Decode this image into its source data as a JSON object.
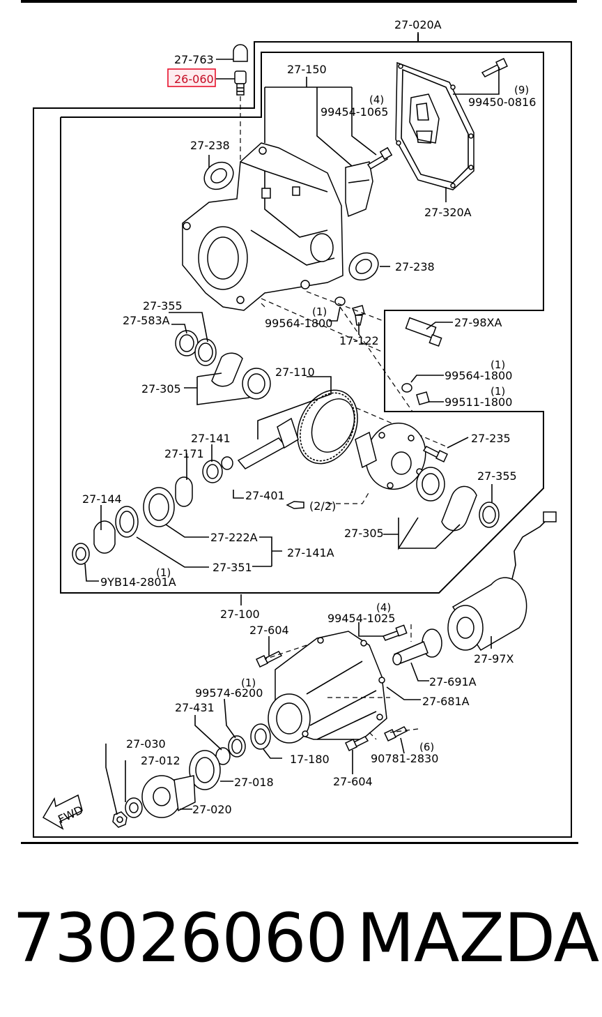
{
  "labels": {
    "a27_020a": "27-020A",
    "a27_763": "27-763",
    "a26_060": "26-060",
    "a27_150": "27-150",
    "q4a": "(4)",
    "a99454_1065": "99454-1065",
    "q9": "(9)",
    "a99450_0816": "99450-0816",
    "a27_238_top": "27-238",
    "a27_320a": "27-320A",
    "a27_238_right": "27-238",
    "a27_355_top": "27-355",
    "a27_583a": "27-583A",
    "q1a": "(1)",
    "a99564_1800a": "99564-1800",
    "a17_122": "17-122",
    "a27_98xa": "27-98XA",
    "a27_305_left": "27-305",
    "a27_110": "27-110",
    "q1b": "(1)",
    "a99564_1800b": "99564-1800",
    "q1c": "(1)",
    "a99511_1800": "99511-1800",
    "a27_141": "27-141",
    "a27_235": "27-235",
    "a27_171": "27-171",
    "a27_401": "27-401",
    "a27_355_right": "27-355",
    "page_ref": "(2/2)",
    "a27_144": "27-144",
    "a27_305_right": "27-305",
    "a27_222a": "27-222A",
    "a27_141a": "27-141A",
    "a27_351": "27-351",
    "q1d": "(1)",
    "a9yb14": "9YB14-2801A",
    "a27_100": "27-100",
    "q4b": "(4)",
    "a99454_1025": "99454-1025",
    "a27_604_top": "27-604",
    "a27_97x": "27-97X",
    "a27_691a": "27-691A",
    "q1e": "(1)",
    "a99574_6200": "99574-6200",
    "a27_681a": "27-681A",
    "a27_431": "27-431",
    "a27_030": "27-030",
    "a17_180": "17-180",
    "q6": "(6)",
    "a27_012": "27-012",
    "a90781_2830": "90781-2830",
    "a27_018": "27-018",
    "a27_604_bottom": "27-604",
    "a27_020": "27-020",
    "fwd": "FWD"
  },
  "highlight": {
    "part": "26-060",
    "color": "#e8102a"
  },
  "footer": {
    "part_number": "73026060",
    "brand": "MAZDA"
  }
}
